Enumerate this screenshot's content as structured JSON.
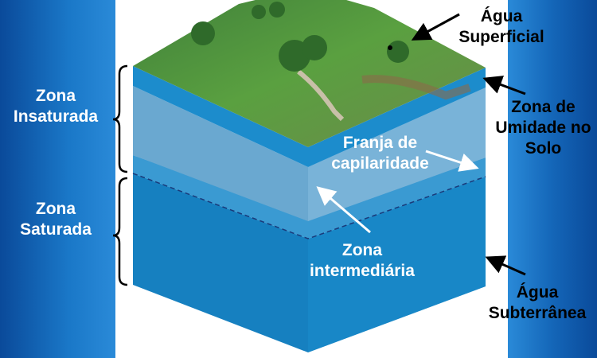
{
  "labels": {
    "zona_insaturada": [
      "Zona",
      "Insaturada"
    ],
    "zona_saturada": [
      "Zona",
      "Saturada"
    ],
    "agua_superficial": [
      "Água",
      "Superficial"
    ],
    "zona_umidade": [
      "Zona de",
      "Umidade no",
      "Solo"
    ],
    "franja": [
      "Franja de",
      "capilaridade"
    ],
    "zona_intermediaria": [
      "Zona",
      "intermediária"
    ],
    "agua_subterranea": [
      "Água",
      "Subterrânea"
    ]
  },
  "colors": {
    "grass": "#4f8f3a",
    "top_band": "#1c8ccc",
    "light_zone": "#6aa8d0",
    "capillary": "#3a9ad2",
    "saturated": "#1680c0"
  }
}
